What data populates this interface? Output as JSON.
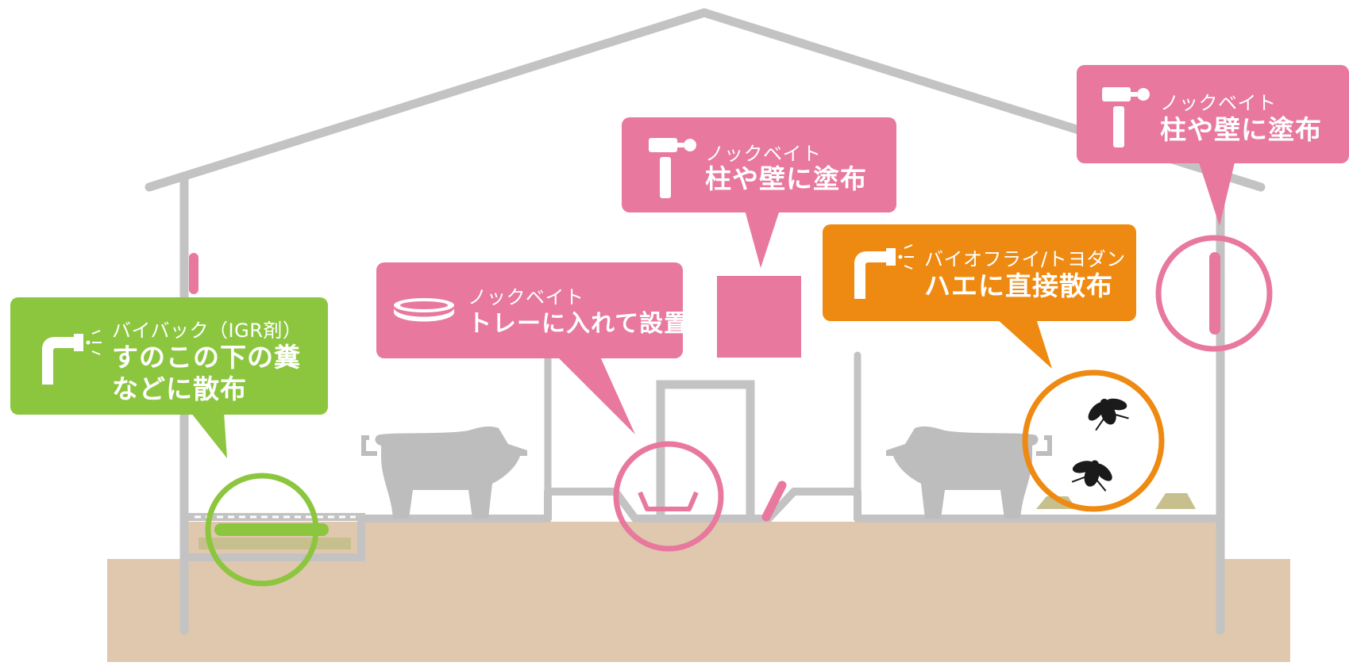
{
  "colors": {
    "green": "#8cc63f",
    "pink": "#e8789e",
    "orange": "#ee8a12",
    "building": "#c3c3c3",
    "ground": "#dfc8ae",
    "pig": "#bdbdbd",
    "fly": "#1a1a1a",
    "bait": "#c7bf8e"
  },
  "callouts": {
    "green": {
      "product": "バイバック（IGR剤）",
      "action_lines": [
        "すのこの下の糞",
        "などに散布"
      ],
      "icon": "spray-nozzle-icon"
    },
    "tray": {
      "product": "ノックベイト",
      "action_lines": [
        "トレーに入れて設置"
      ],
      "icon": "tray-icon"
    },
    "center_wall": {
      "product": "ノックベイト",
      "action_lines": [
        "柱や壁に塗布"
      ],
      "icon": "paint-roller-icon"
    },
    "orange": {
      "product": "バイオフライ/トヨダン",
      "action_lines": [
        "ハエに直接散布"
      ],
      "icon": "spray-nozzle-icon"
    },
    "right_wall": {
      "product": "ノックベイト",
      "action_lines": [
        "柱や壁に塗布"
      ],
      "icon": "paint-roller-icon"
    }
  }
}
